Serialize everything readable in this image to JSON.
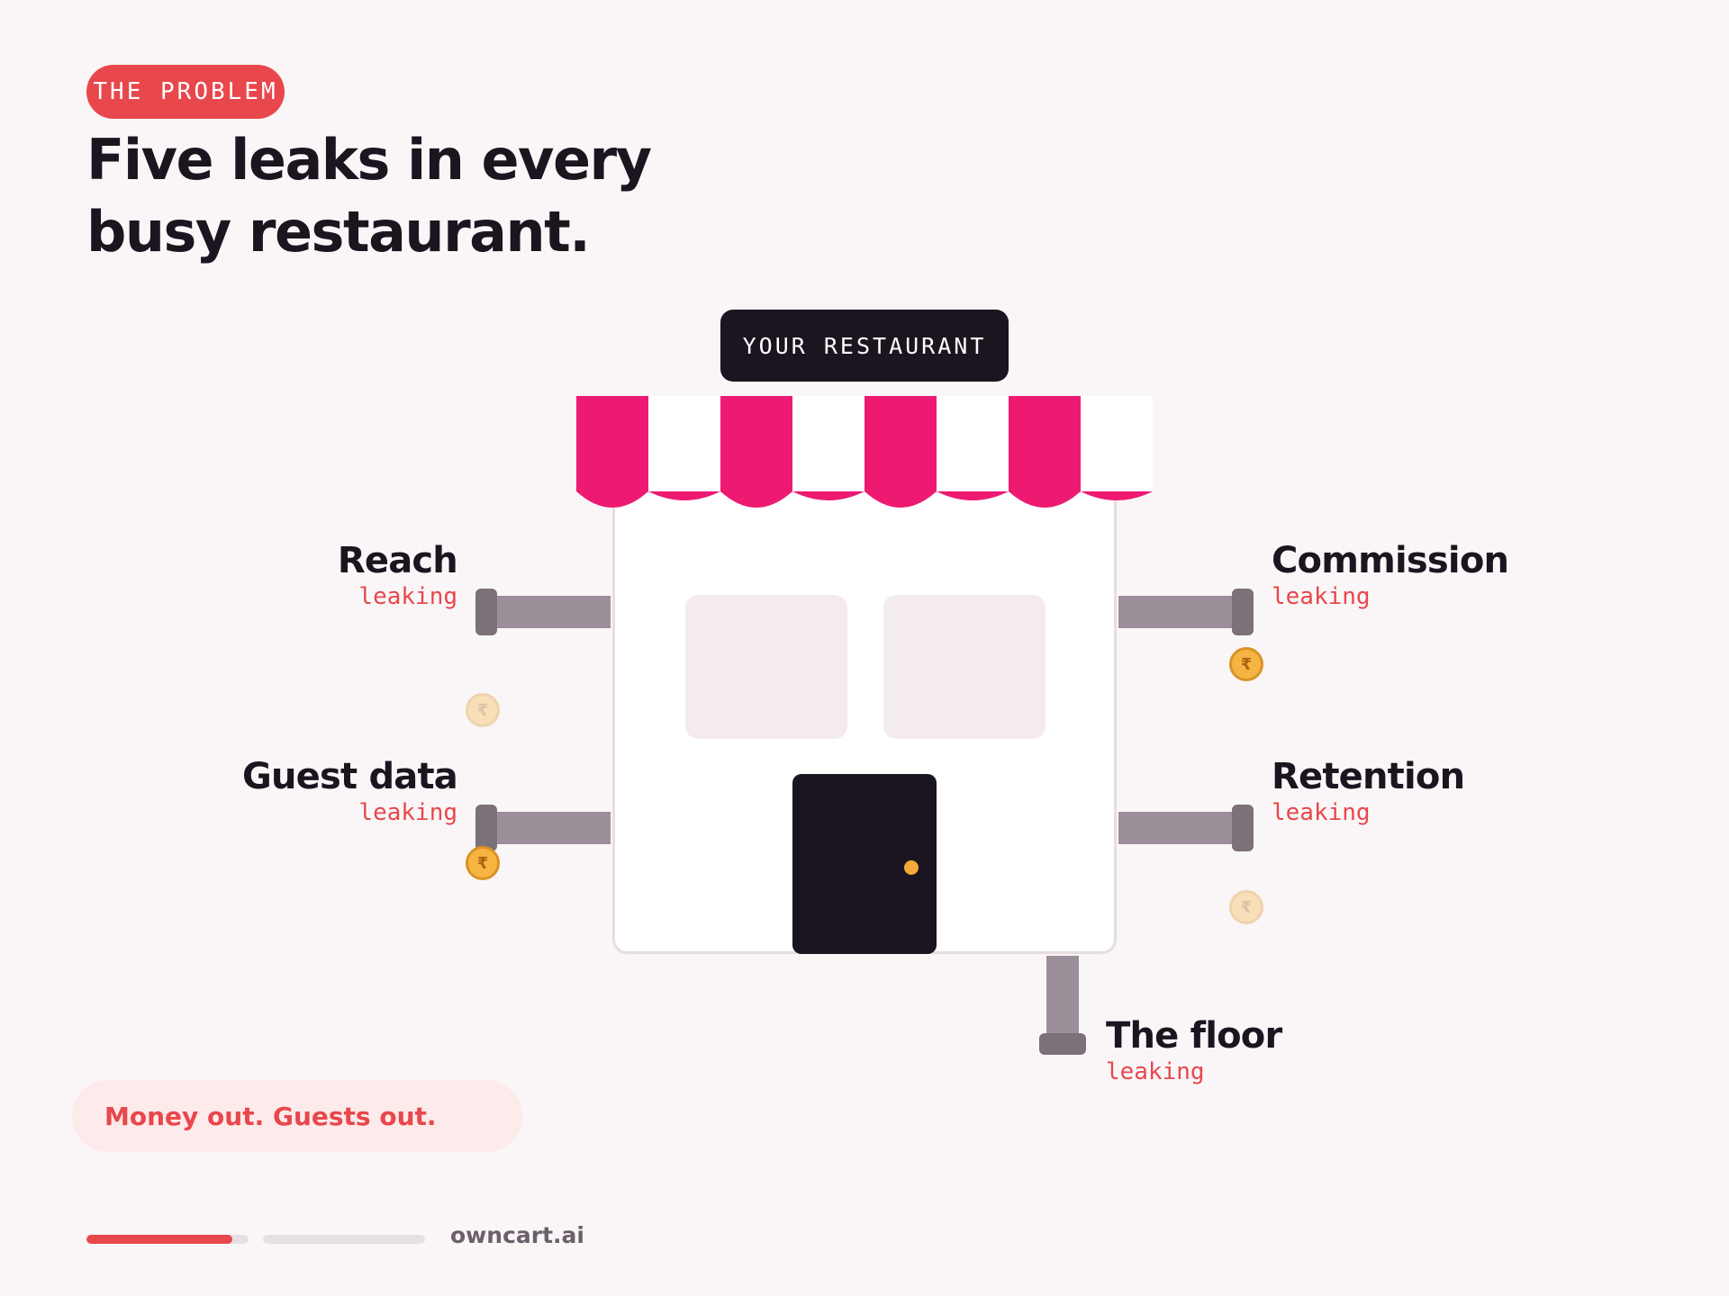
{
  "header": {
    "tag": "THE PROBLEM",
    "headline_line1": "Five leaks in every",
    "headline_line2": "busy restaurant."
  },
  "sign": {
    "label": "YOUR RESTAURANT"
  },
  "leaks": {
    "reach": {
      "title": "Reach",
      "status": "leaking"
    },
    "guest_data": {
      "title": "Guest data",
      "status": "leaking"
    },
    "commission": {
      "title": "Commission",
      "status": "leaking"
    },
    "retention": {
      "title": "Retention",
      "status": "leaking"
    },
    "floor": {
      "title": "The floor",
      "status": "leaking"
    }
  },
  "coin_symbol": "₹",
  "note": {
    "text": "Money out. Guests out."
  },
  "progress": {
    "segments": [
      0.9,
      0.0
    ]
  },
  "brand": {
    "name": "owncart.ai"
  },
  "colors": {
    "accent_red": "#e8474c",
    "awning_pink": "#ee1a72",
    "dark": "#1b1520",
    "pipe": "#9b9099",
    "coin": "#f6b543",
    "background": "#faf6f7"
  },
  "icons": {
    "coin": "rupee-coin-icon",
    "door_knob": "door-knob-icon"
  }
}
